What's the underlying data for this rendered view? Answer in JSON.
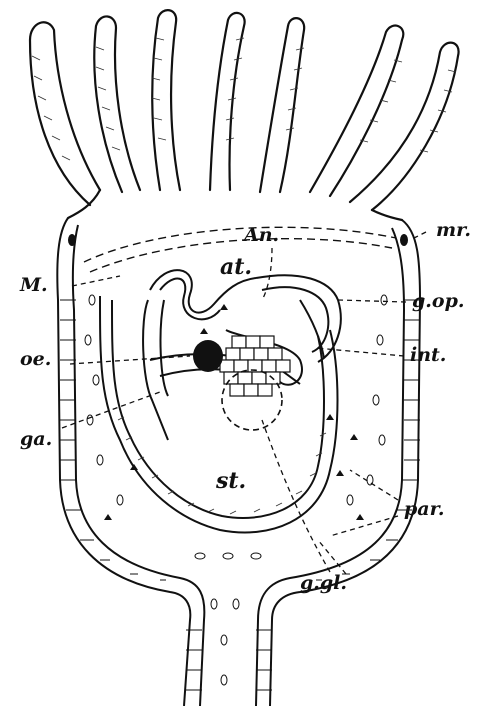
{
  "figure": {
    "ink_color": "#111111",
    "background": "#ffffff",
    "labels": {
      "an": "An.",
      "at": "at.",
      "mr": "mr.",
      "m": "M.",
      "gop": "g.op.",
      "oe": "oe.",
      "int": "int.",
      "ga": "ga.",
      "st": "st.",
      "par": "par.",
      "ggl": "g.gl."
    }
  }
}
